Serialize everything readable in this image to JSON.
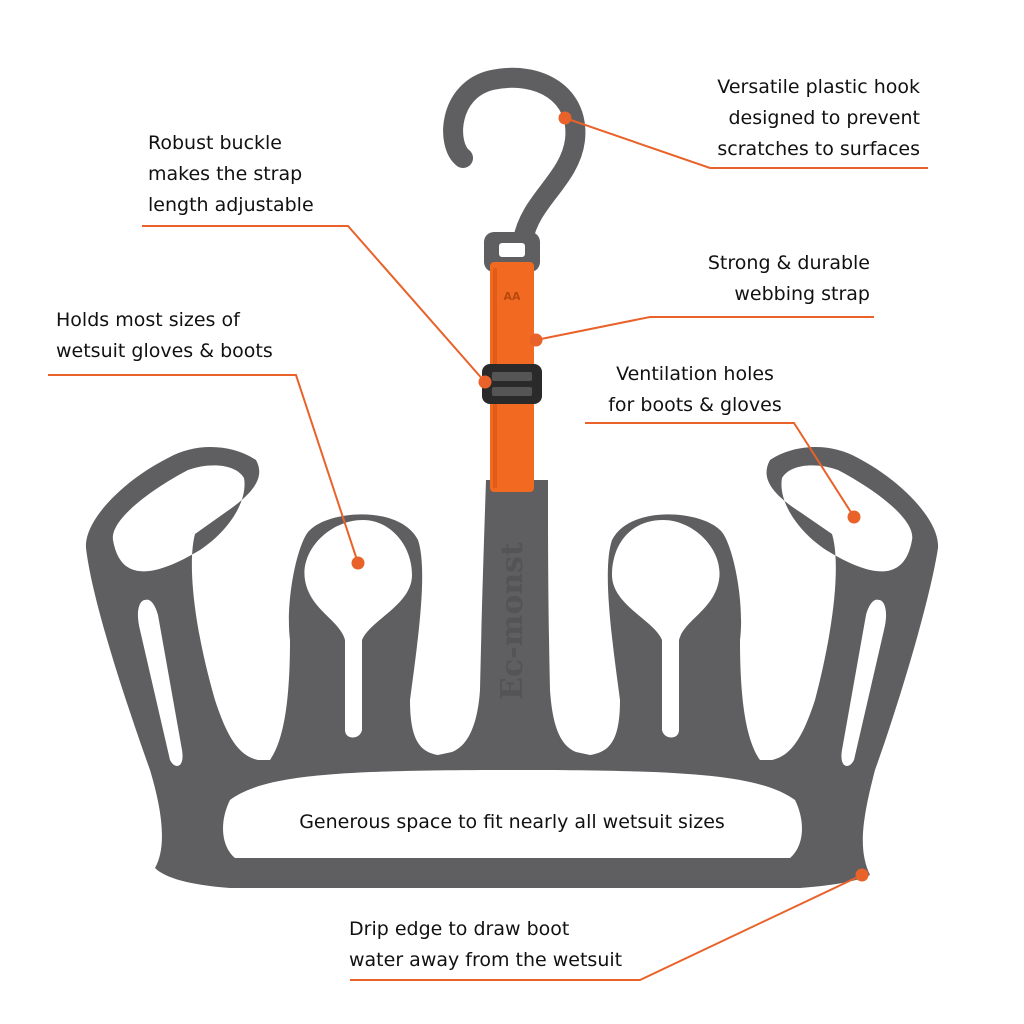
{
  "callouts": {
    "hook": [
      "Versatile plastic hook",
      "designed to prevent",
      "scratches to surfaces"
    ],
    "buckle": [
      "Robust buckle",
      "makes the strap",
      "length adjustable"
    ],
    "strap": [
      "Strong & durable",
      "webbing strap"
    ],
    "holds": [
      "Holds most sizes of",
      "wetsuit gloves & boots"
    ],
    "vent": [
      "Ventilation holes",
      "for boots & gloves"
    ],
    "space": "Generous space to fit nearly all wetsuit sizes",
    "drip": [
      "Drip edge to draw boot",
      "water away from the wetsuit"
    ]
  },
  "product": {
    "embossed_text": "Ec-monst",
    "strap_logo_text": "AA"
  },
  "colors": {
    "hanger_gray": "#5f5f61",
    "hanger_edge": "#4a4a4c",
    "strap_orange": "#f26a21",
    "callout_orange": "#e8622a",
    "buckle_black": "#2a2a2a",
    "text": "#111111",
    "background": "#ffffff"
  }
}
